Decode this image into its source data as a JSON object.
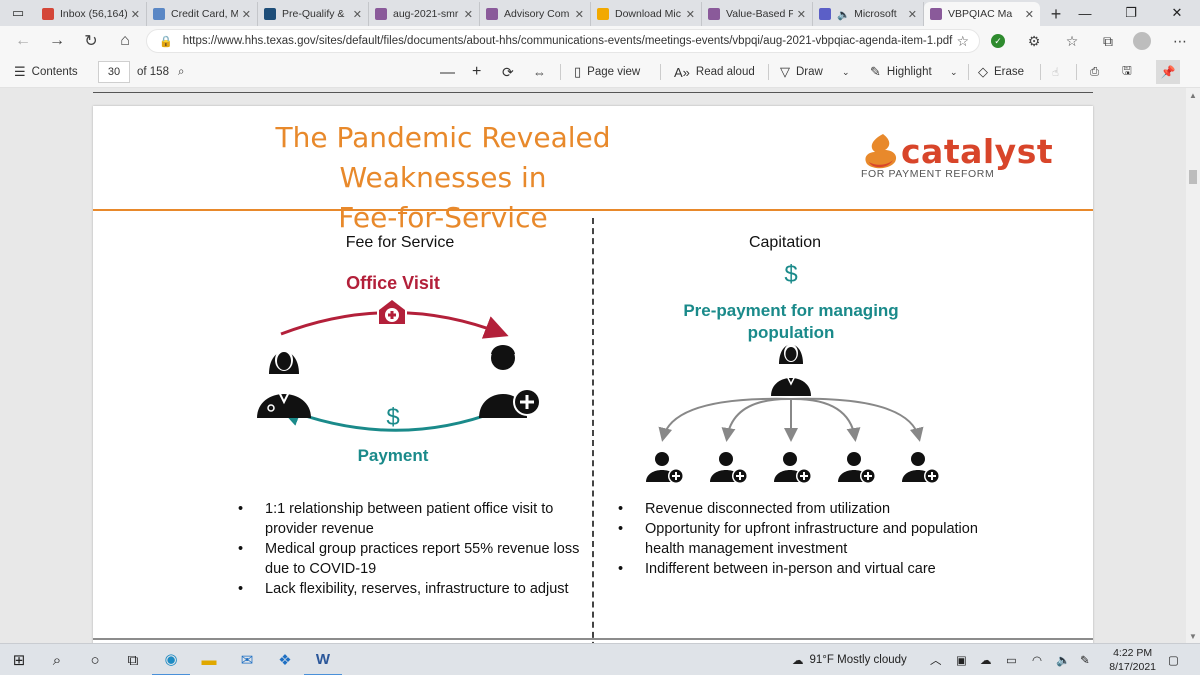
{
  "tabs": [
    {
      "label": "Inbox (56,164)",
      "icon": "gmail-icon",
      "color": "#d44638"
    },
    {
      "label": "Credit Card, M",
      "icon": "chase-icon",
      "color": "#5a87c5"
    },
    {
      "label": "Pre-Qualify &",
      "icon": "bank-icon",
      "color": "#1f4e79"
    },
    {
      "label": "aug-2021-smr",
      "icon": "pdf-icon",
      "color": "#8a5a9a"
    },
    {
      "label": "Advisory Com",
      "icon": "pdf-icon",
      "color": "#8a5a9a"
    },
    {
      "label": "Download Mic",
      "icon": "microsoft-icon",
      "color": "#f2a900"
    },
    {
      "label": "Value-Based P",
      "icon": "pdf-icon",
      "color": "#8a5a9a"
    },
    {
      "label": "Microsoft",
      "icon": "teams-icon",
      "color": "#5b5fc7"
    },
    {
      "label": "VBPQIAC Ma",
      "icon": "pdf-icon",
      "color": "#8a5a9a",
      "active": true
    }
  ],
  "address": {
    "url": "https://www.hhs.texas.gov/sites/default/files/documents/about-hhs/communications-events/meetings-events/vbpqi/aug-2021-vbpqiac-agenda-item-1.pdf"
  },
  "pdf_toolbar": {
    "contents": "Contents",
    "page": "30",
    "of_pages": "of 158",
    "page_view": "Page view",
    "read_aloud": "Read aloud",
    "draw": "Draw",
    "highlight": "Highlight",
    "erase": "Erase"
  },
  "slide": {
    "title_line1": "The Pandemic Revealed Weaknesses in",
    "title_line2": "Fee-for-Service",
    "logo_word": "catalyst",
    "logo_tagline": "FOR PAYMENT REFORM",
    "left": {
      "heading": "Fee for Service",
      "office_visit": "Office Visit",
      "dollar": "$",
      "payment": "Payment",
      "bullets": [
        "1:1 relationship between patient office visit to provider revenue",
        "Medical group practices report 55% revenue loss due to COVID-19",
        "Lack flexibility, reserves, infrastructure to adjust"
      ]
    },
    "right": {
      "heading": "Capitation",
      "dollar": "$",
      "prepayment": "Pre-payment for managing population",
      "bullets": [
        "Revenue disconnected from utilization",
        "Opportunity for upfront infrastructure and population health management investment",
        "Indifferent between in-person and virtual care"
      ]
    },
    "colors": {
      "title": "#e8892b",
      "visit": "#b3203a",
      "payment": "#1a8a8a",
      "logo": "#d8452a"
    }
  },
  "taskbar": {
    "weather": "91°F  Mostly cloudy",
    "time": "4:22 PM",
    "date": "8/17/2021"
  }
}
